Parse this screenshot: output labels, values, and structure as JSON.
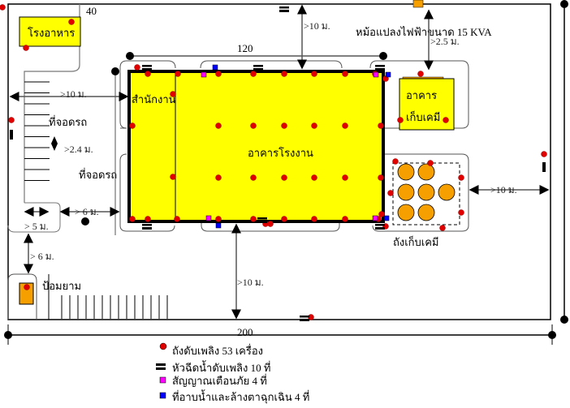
{
  "labels": {
    "canteen": "โรงอาหาร",
    "width_left": "40",
    "width_main": "120",
    "width_total": "200",
    "office": "สำนักงาน",
    "factory": "อาคารโรงงาน",
    "chem_building_1": "อาคาร",
    "chem_building_2": "เก็บเคมี",
    "chem_tank": "ถังเก็บเคมี",
    "transformer": "หม้อแปลงไฟฟ้าขนาด 15 KVA",
    "parking_1": "ที่จอดรถ",
    "parking_2": "ที่จอดรถ",
    "guard": "ป้อมยาม"
  },
  "distances": {
    "left_10": ">10 ม.",
    "top_10": ">10 ม.",
    "transformer_25": ">2.5 ม.",
    "parking_24": ">2.4 ม.",
    "right_10": ">10 ม.",
    "bottom_10": ">10 ม.",
    "mid_6": "> 6 ม.",
    "left_5": "> 5 ม.",
    "guard_6": "> 6 ม."
  },
  "legend": [
    {
      "icon": "fire-extinguisher",
      "color": "#e00000",
      "label": "ถังดับเพลิง 53 เครื่อง"
    },
    {
      "icon": "fire-hydrant",
      "color": "#000000",
      "label": "หัวฉีดน้ำดับเพลิง 10 ที่"
    },
    {
      "icon": "alarm",
      "color": "#ff00ff",
      "label": "สัญญาณเตือนภัย 4 ที่"
    },
    {
      "icon": "eyewash",
      "color": "#0000ff",
      "label": "ที่อาบน้ำและล้างตาฉุกเฉิน 4 ที่"
    }
  ],
  "colors": {
    "building": "#ffff00",
    "orange": "#f5a000",
    "extinguisher": "#e00000"
  }
}
